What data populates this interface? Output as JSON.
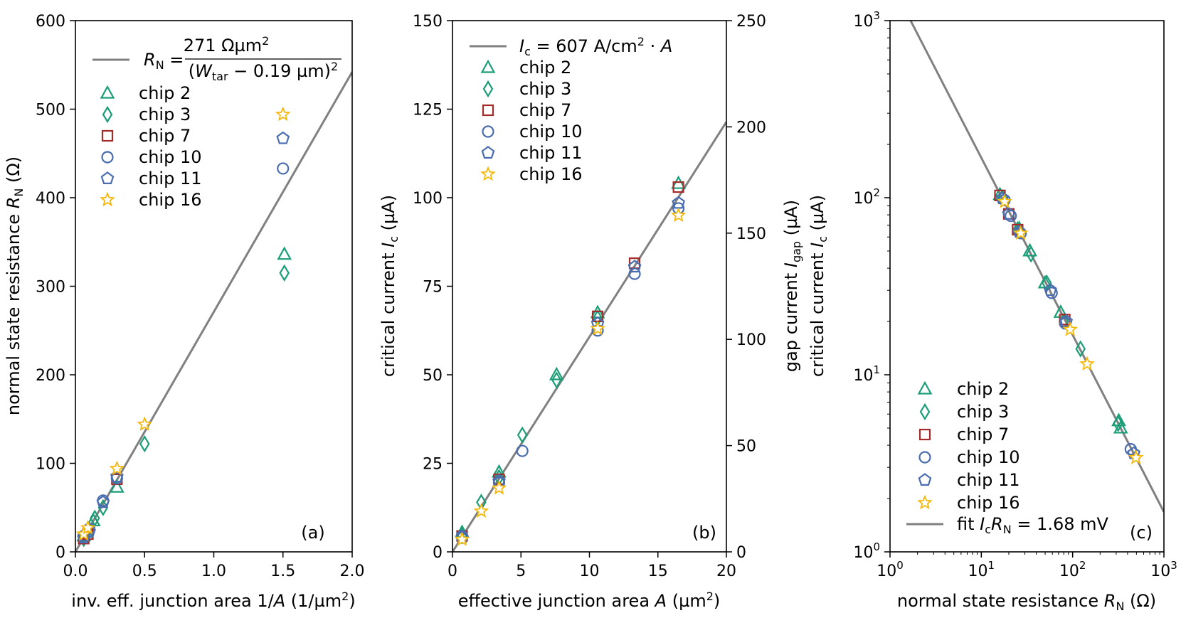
{
  "colors": {
    "chip 2": "#1b9e77",
    "chip 3": "#1b9e77",
    "chip 7": "#a52a2a",
    "chip 10": "#4a6db0",
    "chip 11": "#4a6db0",
    "chip 16": "#f5b80a",
    "fit": "#808080"
  },
  "markers": {
    "chip 2": "triangle",
    "chip 3": "diamond",
    "chip 7": "square",
    "chip 10": "circle",
    "chip 11": "pentagon",
    "chip 16": "star"
  },
  "chart_data": [
    {
      "type": "scatter",
      "panel_label": "(a)",
      "xlabel": "inv. eff. junction area 1/A (1/µm²)",
      "ylabel": "normal state resistance R_N (Ω)",
      "xlim": [
        0,
        2.0
      ],
      "ylim": [
        0,
        600
      ],
      "xticks": [
        "0.0",
        "0.5",
        "1.0",
        "1.5",
        "2.0"
      ],
      "yticks": [
        "0",
        "100",
        "200",
        "300",
        "400",
        "500",
        "600"
      ],
      "legend_position": "top-left",
      "fit": {
        "label": "R_N = 271 Ωµm² / (W_tar − 0.19 µm)²",
        "points": [
          [
            0,
            0
          ],
          [
            2.0,
            542
          ]
        ]
      },
      "series": [
        {
          "name": "chip 2",
          "points": [
            [
              0.06,
              18
            ],
            [
              0.08,
              22
            ],
            [
              0.13,
              35
            ],
            [
              0.3,
              73
            ],
            [
              1.51,
              336
            ]
          ]
        },
        {
          "name": "chip 3",
          "points": [
            [
              0.06,
              15
            ],
            [
              0.09,
              25
            ],
            [
              0.14,
              38
            ],
            [
              0.2,
              50
            ],
            [
              0.5,
              122
            ],
            [
              1.51,
              315
            ]
          ]
        },
        {
          "name": "chip 7",
          "points": [
            [
              0.06,
              15
            ],
            [
              0.09,
              20
            ],
            [
              0.3,
              82
            ]
          ]
        },
        {
          "name": "chip 10",
          "points": [
            [
              0.06,
              18
            ],
            [
              0.1,
              26
            ],
            [
              0.2,
              58
            ],
            [
              0.3,
              83
            ],
            [
              1.5,
              433
            ]
          ]
        },
        {
          "name": "chip 11",
          "points": [
            [
              0.06,
              16
            ],
            [
              0.1,
              23
            ],
            [
              0.2,
              56
            ],
            [
              0.3,
              85
            ],
            [
              1.5,
              467
            ]
          ]
        },
        {
          "name": "chip 16",
          "points": [
            [
              0.06,
              20
            ],
            [
              0.09,
              27
            ],
            [
              0.3,
              94
            ],
            [
              0.5,
              144
            ],
            [
              1.5,
              494
            ]
          ]
        }
      ]
    },
    {
      "type": "scatter",
      "panel_label": "(b)",
      "xlabel": "effective junction area A (µm²)",
      "ylabel": "critical current I_c (µA)",
      "ylabel_right": "gap current I_gap (µA)",
      "xlim": [
        0,
        20
      ],
      "ylim": [
        0,
        150
      ],
      "ylim_right": [
        0,
        250
      ],
      "xticks": [
        "0",
        "5",
        "10",
        "15",
        "20"
      ],
      "yticks": [
        "0",
        "25",
        "50",
        "75",
        "100",
        "125",
        "150"
      ],
      "yticks_right": [
        "0",
        "50",
        "100",
        "150",
        "200",
        "250"
      ],
      "legend_position": "top-left",
      "fit": {
        "label": "I_c = 607 A/cm² · A",
        "points": [
          [
            0,
            0
          ],
          [
            20,
            121.4
          ]
        ]
      },
      "series": [
        {
          "name": "chip 2",
          "points": [
            [
              0.7,
              5.5
            ],
            [
              3.4,
              22.5
            ],
            [
              7.6,
              50
            ],
            [
              10.6,
              67.5
            ],
            [
              16.5,
              104
            ]
          ]
        },
        {
          "name": "chip 3",
          "points": [
            [
              0.7,
              4.5
            ],
            [
              2.1,
              14
            ],
            [
              3.4,
              21
            ],
            [
              5.1,
              33
            ],
            [
              7.6,
              48.5
            ],
            [
              10.6,
              66
            ]
          ]
        },
        {
          "name": "chip 7",
          "points": [
            [
              0.7,
              4.5
            ],
            [
              3.4,
              20.5
            ],
            [
              10.6,
              66.5
            ],
            [
              13.3,
              81.5
            ],
            [
              16.5,
              103
            ]
          ]
        },
        {
          "name": "chip 10",
          "points": [
            [
              0.7,
              4.5
            ],
            [
              3.4,
              19.5
            ],
            [
              5.1,
              28.5
            ],
            [
              10.6,
              62.5
            ],
            [
              13.3,
              78.5
            ],
            [
              16.5,
              97
            ]
          ]
        },
        {
          "name": "chip 11",
          "points": [
            [
              0.7,
              4
            ],
            [
              3.4,
              20
            ],
            [
              10.6,
              64.5
            ],
            [
              13.3,
              80.5
            ],
            [
              16.5,
              98.5
            ]
          ]
        },
        {
          "name": "chip 16",
          "points": [
            [
              0.7,
              3.5
            ],
            [
              2.1,
              11.5
            ],
            [
              3.4,
              18
            ],
            [
              10.6,
              63
            ],
            [
              16.5,
              95
            ]
          ]
        }
      ]
    },
    {
      "type": "scatter",
      "panel_label": "(c)",
      "xlabel": "normal state resistance R_N (Ω)",
      "ylabel": "critical current I_c (µA)",
      "xscale": "log",
      "yscale": "log",
      "xlim": [
        1,
        1000
      ],
      "ylim": [
        1,
        1000
      ],
      "xticks": [
        "10^0",
        "10^1",
        "10^2",
        "10^3"
      ],
      "yticks": [
        "10^0",
        "10^1",
        "10^2",
        "10^3"
      ],
      "legend_position": "bottom-left",
      "fit": {
        "label": "fit I_cR_N = 1.68 mV",
        "points": [
          [
            1.68,
            1000
          ],
          [
            1000,
            1.68
          ]
        ]
      },
      "series": [
        {
          "name": "chip 2",
          "points": [
            [
              16,
              104
            ],
            [
              26,
              67
            ],
            [
              34,
              50
            ],
            [
              50,
              33
            ],
            [
              74,
              22.5
            ],
            [
              320,
              5.5
            ],
            [
              336,
              5
            ]
          ]
        },
        {
          "name": "chip 3",
          "points": [
            [
              17,
              100
            ],
            [
              25,
              66
            ],
            [
              35,
              48
            ],
            [
              52,
              33
            ],
            [
              80,
              20
            ],
            [
              122,
              14
            ],
            [
              315,
              5.3
            ]
          ]
        },
        {
          "name": "chip 7",
          "points": [
            [
              16,
              103
            ],
            [
              20,
              81
            ],
            [
              25,
              66
            ],
            [
              82,
              20.5
            ]
          ]
        },
        {
          "name": "chip 10",
          "points": [
            [
              18,
              97
            ],
            [
              21,
              79
            ],
            [
              27,
              63
            ],
            [
              59,
              29
            ],
            [
              83,
              19.5
            ],
            [
              433,
              3.8
            ]
          ]
        },
        {
          "name": "chip 11",
          "points": [
            [
              17,
              99
            ],
            [
              20,
              81
            ],
            [
              26,
              64
            ],
            [
              57,
              30
            ],
            [
              85,
              20
            ],
            [
              467,
              3.6
            ]
          ]
        },
        {
          "name": "chip 16",
          "points": [
            [
              18,
              95
            ],
            [
              27,
              63
            ],
            [
              94,
              18
            ],
            [
              144,
              11.5
            ],
            [
              494,
              3.4
            ]
          ]
        }
      ]
    }
  ]
}
